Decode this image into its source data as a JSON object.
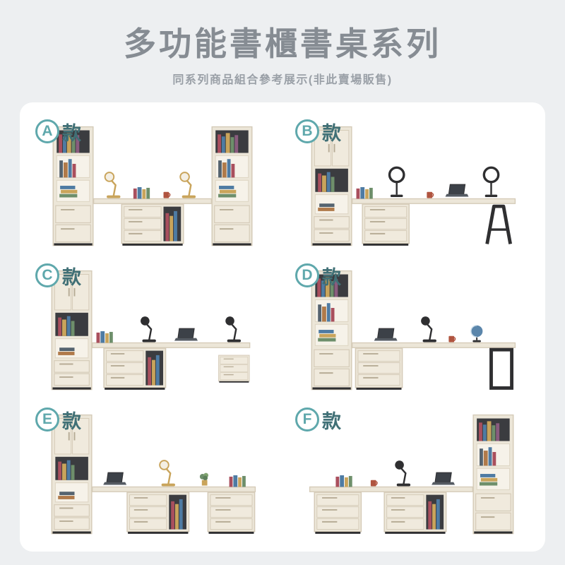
{
  "page": {
    "title": "多功能書櫃書桌系列",
    "subtitle": "同系列商品組合參考展示(非此賣場販售)"
  },
  "variants": [
    {
      "letter": "A",
      "suffix": "款"
    },
    {
      "letter": "B",
      "suffix": "款"
    },
    {
      "letter": "C",
      "suffix": "款"
    },
    {
      "letter": "D",
      "suffix": "款"
    },
    {
      "letter": "E",
      "suffix": "款"
    },
    {
      "letter": "F",
      "suffix": "款"
    }
  ],
  "colors": {
    "page_background": "#edeff1",
    "card_background": "#ffffff",
    "title_gray": "#868c93",
    "subtitle_gray": "#9aa0a7",
    "badge_teal": "#5fa8ac",
    "suffix_teal": "#407076",
    "furniture_wood": "#ece6d8",
    "furniture_trim_black": "#2f2f31"
  }
}
